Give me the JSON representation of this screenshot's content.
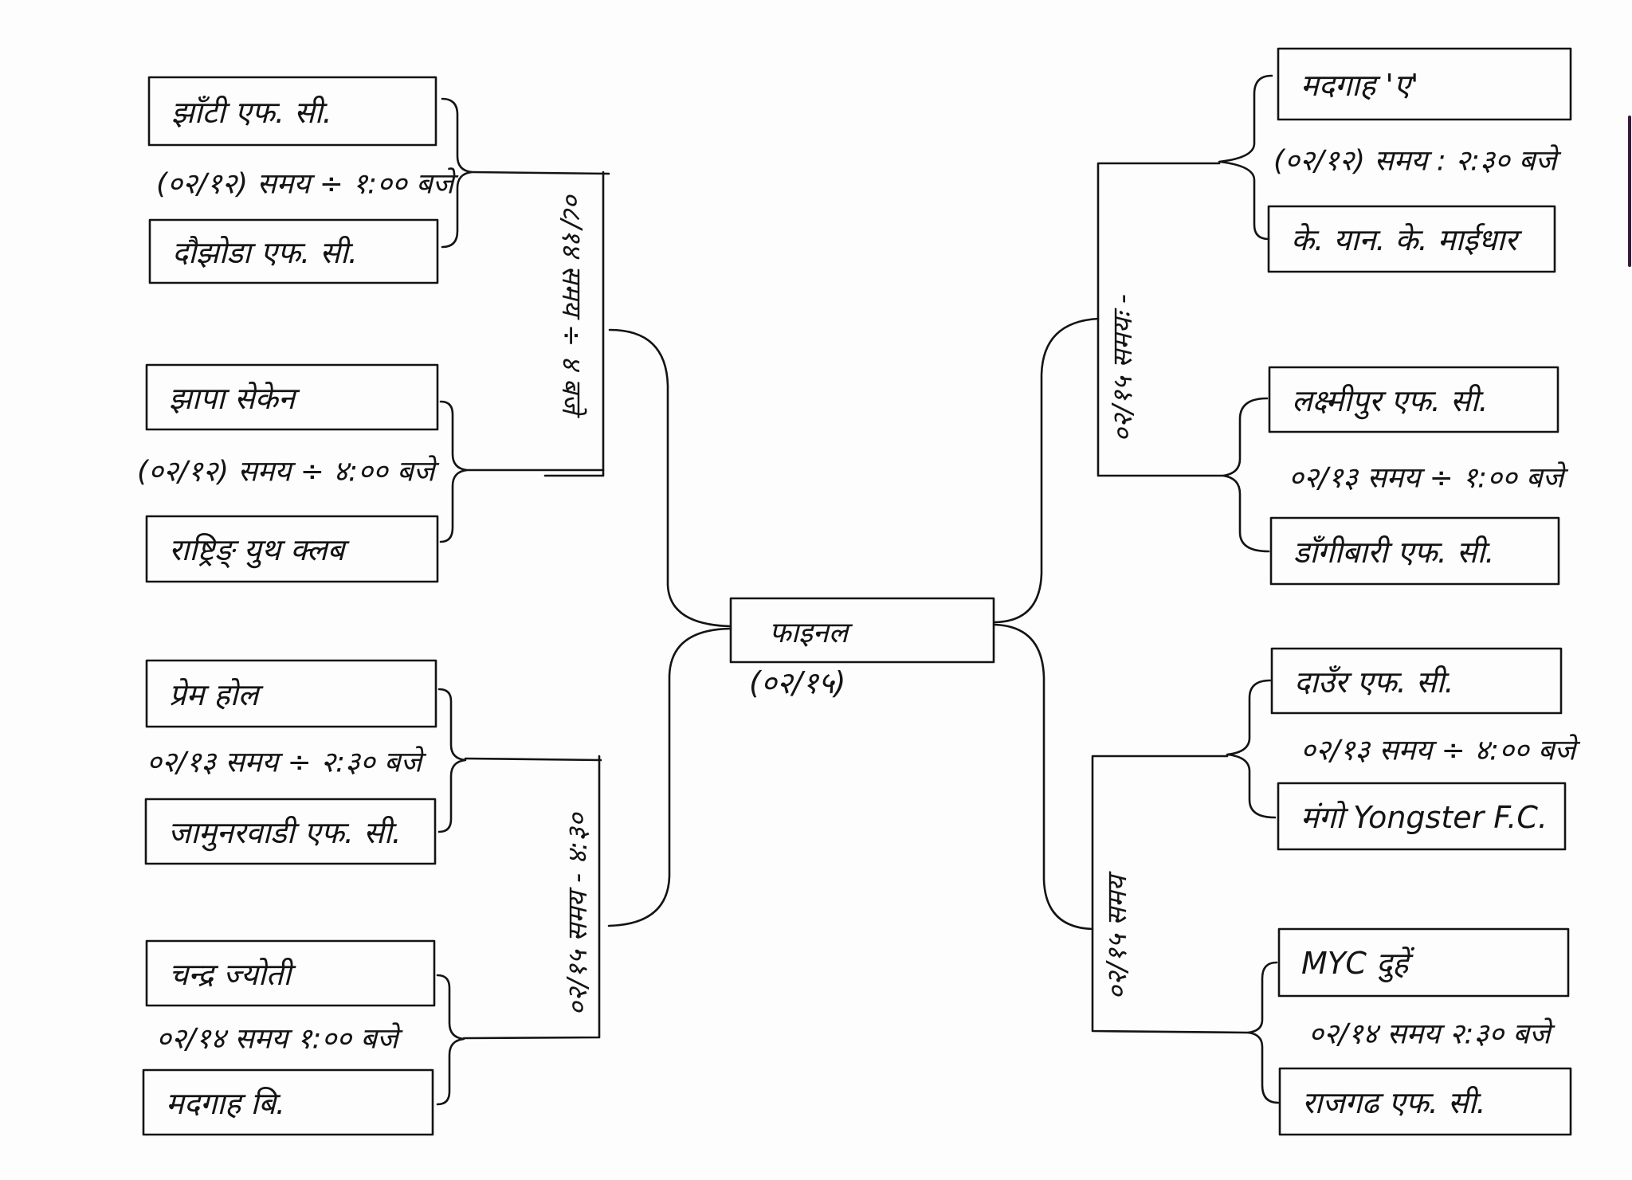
{
  "title": "Football knockout bracket (handwritten)",
  "final": {
    "label": "फाइनल",
    "date": "(०२/१५)"
  },
  "left": {
    "semifinal_top": {
      "label": "०८/१४ समय ÷ ४ बजे"
    },
    "semifinal_bottom": {
      "label": "०२/१५ समय - ४:३०"
    },
    "matches": [
      {
        "team_a": "झाँटी एफ. सी.",
        "schedule": "(०२/१२) समय ÷ १:०० बजे",
        "team_b": "दौझोडा एफ. सी."
      },
      {
        "team_a": "झापा सेकेन",
        "schedule": "(०२/१२) समय ÷ ४:०० बजे",
        "team_b": "राष्ट्रिङ् युथ क्लब"
      },
      {
        "team_a": "प्रेम होल",
        "schedule": "०२/१३ समय ÷ २:३० बजे",
        "team_b": "जामुनरवाडी एफ. सी."
      },
      {
        "team_a": "चन्द्र ज्योती",
        "schedule": "०२/१४ समय १:०० बजे",
        "team_b": "मदगाह बि."
      }
    ]
  },
  "right": {
    "semifinal_top": {
      "label": "०२/१५ समयः -"
    },
    "semifinal_bottom": {
      "label": "०२/१५ समय"
    },
    "matches": [
      {
        "team_a": "मदगाह 'ए'",
        "schedule": "(०२/१२) समय : २:३० बजे",
        "team_b": "के. यान. के. माईधार"
      },
      {
        "team_a": "लक्ष्मीपुर एफ. सी.",
        "schedule": "०२/१३ समय ÷ १:०० बजे",
        "team_b": "डाँगीबारी एफ. सी."
      },
      {
        "team_a": "दाउँर एफ. सी.",
        "schedule": "०२/१३ समय ÷ ४:०० बजे",
        "team_b": "मंगो Yongster F.C."
      },
      {
        "team_a": "MYC दुहें",
        "schedule": "०२/१४ समय २:३० बजे",
        "team_b": "राजगढ एफ. सी."
      }
    ]
  }
}
